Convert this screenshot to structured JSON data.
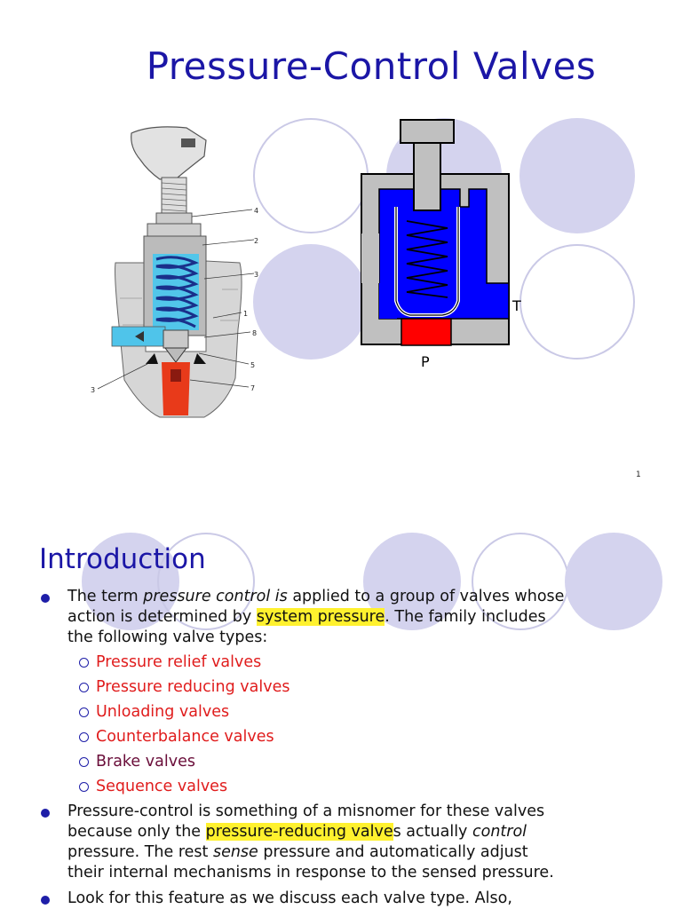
{
  "slide1": {
    "title": "Pressure-Control Valves",
    "page_number": "1",
    "cutaway_callouts": [
      "4",
      "2",
      "3",
      "1",
      "8",
      "5",
      "7",
      "3"
    ],
    "schematic_labels": {
      "tank_port": "T",
      "pressure_port": "P"
    }
  },
  "slide2": {
    "title": "Introduction",
    "bullets": [
      {
        "lines": [
          [
            "The term ",
            {
              "em": "pressure control is"
            },
            " applied to a group of valves whose"
          ],
          [
            "action is determined by ",
            {
              "hl": "system pressure"
            },
            ". The family includes"
          ],
          [
            "the following valve types:"
          ]
        ]
      },
      {
        "lines": [
          [
            "Pressure-control is something of a misnomer for these valves"
          ],
          [
            "because only the ",
            {
              "hl": "pressure-reducing valve"
            },
            "s actually ",
            {
              "em": "control"
            }
          ],
          [
            "pressure. The rest ",
            {
              "em": "sense"
            },
            " pressure and automatically adjust"
          ],
          [
            "their internal mechanisms in response to the sensed pressure."
          ]
        ]
      },
      {
        "lines": [
          [
            "Look for this feature as we discuss each valve type. Also,"
          ]
        ]
      }
    ],
    "valve_types": [
      {
        "label": "Pressure relief valves",
        "color": "#e01c1c"
      },
      {
        "label": "Pressure reducing valves",
        "color": "#e01c1c"
      },
      {
        "label": "Unloading valves",
        "color": "#e01c1c"
      },
      {
        "label": "Counterbalance valves",
        "color": "#e01c1c"
      },
      {
        "label": "Brake valves",
        "color": "#6a0e3a"
      },
      {
        "label": "Sequence valves",
        "color": "#e01c1c"
      }
    ]
  },
  "colors": {
    "title": "#1b16a6",
    "circle_fill": "#d4d3ee",
    "circle_outline": "#cac9e6",
    "fluid_blue": "#0000ff",
    "pressure_red": "#ff0000",
    "body_grey": "#c0c0c0",
    "highlight": "#fff12e"
  }
}
